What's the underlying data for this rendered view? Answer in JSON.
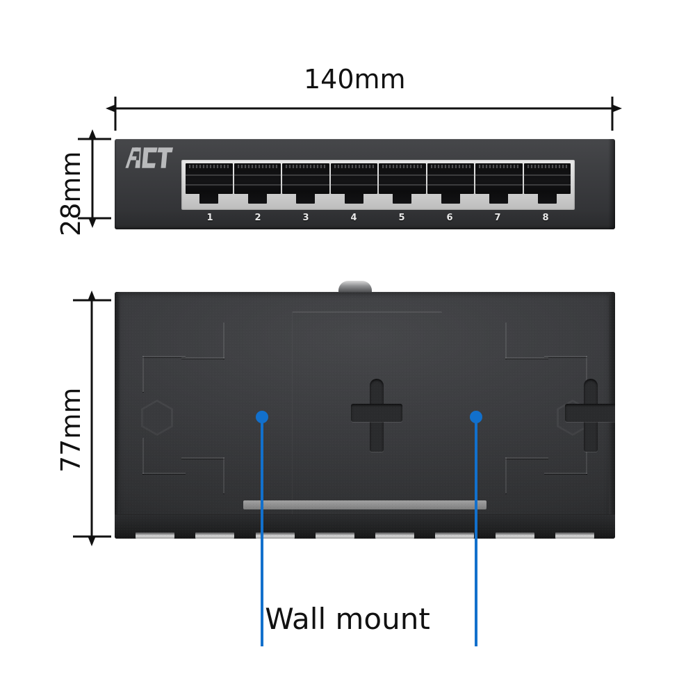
{
  "product": {
    "brand_logo": "act-logo",
    "port_count": 8,
    "port_numbers": [
      "1",
      "2",
      "3",
      "4",
      "5",
      "6",
      "7",
      "8"
    ]
  },
  "dimensions": {
    "width": "140mm",
    "height_front": "28mm",
    "depth": "77mm"
  },
  "callouts": {
    "wall_mount": "Wall mount"
  },
  "colors": {
    "callout_blue": "#1270cc",
    "chassis_dark": "#3a3b3e",
    "bezel_light": "#d9d9d9",
    "dimension_black": "#111111",
    "port_label_white": "#eaeaea"
  },
  "views": {
    "front": "front-panel-view",
    "bottom": "bottom-panel-view"
  }
}
